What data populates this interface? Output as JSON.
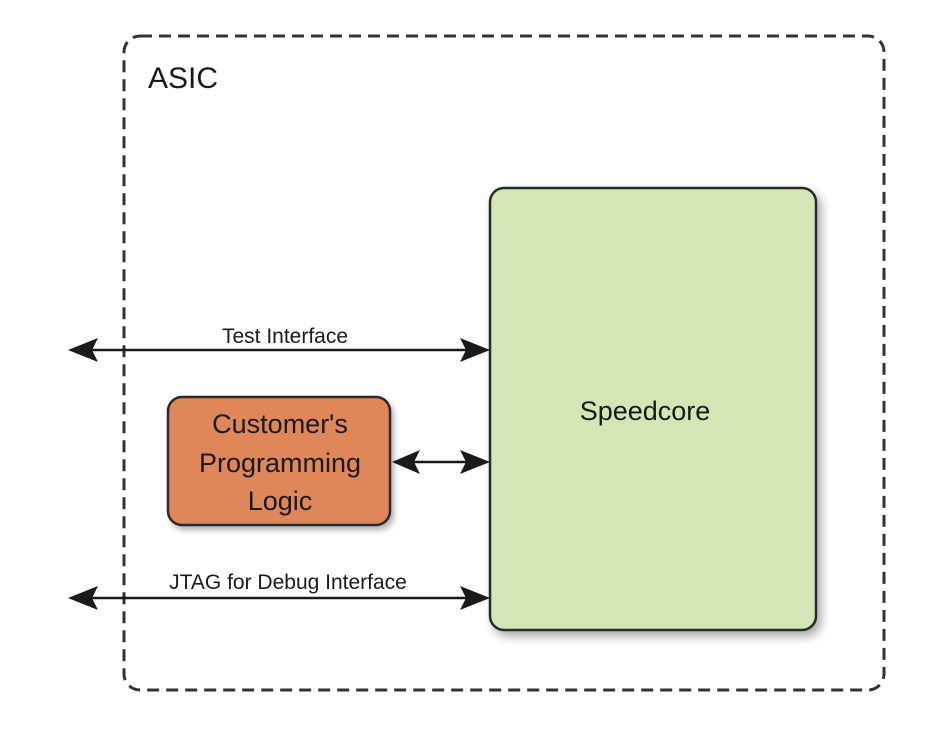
{
  "diagram": {
    "asic_label": "ASIC",
    "speedcore_label": "Speedcore",
    "customer_block": {
      "line1": "Customer's",
      "line2": "Programming",
      "line3": "Logic"
    },
    "test_interface_label": "Test Interface",
    "jtag_label": "JTAG for Debug Interface",
    "colors": {
      "speedcore_fill": "#d4e6b5",
      "customer_fill": "#e0875a",
      "outline": "#2a2a2a",
      "asic_border": "#333333"
    }
  }
}
